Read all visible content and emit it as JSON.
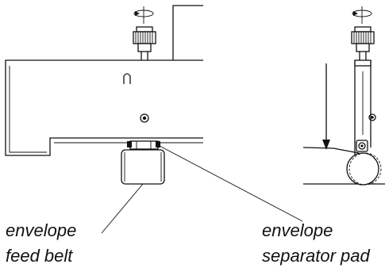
{
  "labels": {
    "feed_belt_line1": "envelope",
    "feed_belt_line2": "feed belt",
    "separator_line1": "envelope",
    "separator_line2": "separator pad"
  },
  "colors": {
    "ink": "#111111",
    "background": "#ffffff"
  },
  "icons": {
    "rotation": "rotation-arrow-icon",
    "knob": "knurled-knob-icon",
    "screw": "screw-icon"
  }
}
